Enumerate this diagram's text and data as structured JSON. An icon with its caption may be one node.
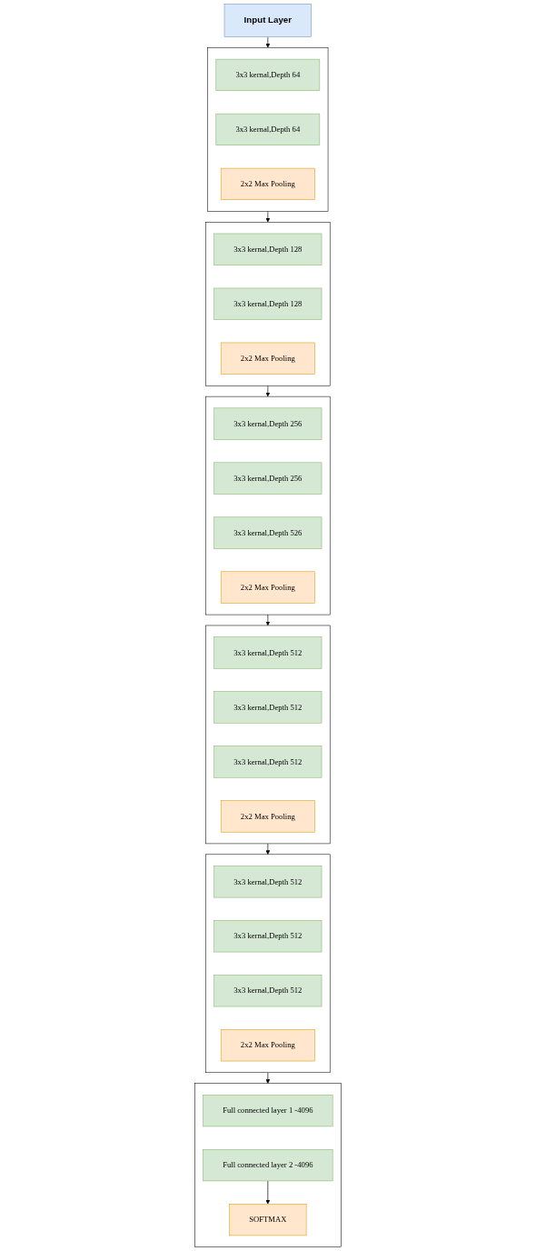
{
  "diagram": {
    "nodes": [
      {
        "text": [
          "Input Layer"
        ]
      },
      {
        "text": [],
        "shape": "box"
      },
      {
        "text": [
          "3x3 kernal,Depth 64"
        ],
        "in": 1
      },
      {
        "text": [
          "3x3 kernal,Depth 64"
        ],
        "in": 1
      },
      {
        "text": [
          "2x2 Max Pooling"
        ],
        "in": 1
      },
      {
        "text": [],
        "shape": "box"
      },
      {
        "text": [
          "3x3 kernal,Depth 128"
        ],
        "in": 5
      },
      {
        "text": [
          "3x3 kernal,Depth 128"
        ],
        "in": 5
      },
      {
        "text": [
          "2x2 Max Pooling"
        ],
        "in": 5
      },
      {
        "text": [],
        "shape": "box"
      },
      {
        "text": [
          "3x3 kernal,Depth 256"
        ],
        "in": 9
      },
      {
        "text": [
          "3x3 kernal,Depth 256"
        ],
        "in": 9
      },
      {
        "text": [
          "3x3 kernal,Depth 526"
        ],
        "in": 9
      },
      {
        "text": [
          "2x2 Max Pooling"
        ],
        "in": 9
      },
      {
        "text": [],
        "shape": "box"
      },
      {
        "text": [
          "3x3 kernal,Depth 512"
        ],
        "in": 14
      },
      {
        "text": [
          "3x3 kernal,Depth 512"
        ],
        "in": 14
      },
      {
        "text": [
          "3x3 kernal,Depth 512"
        ],
        "in": 14
      },
      {
        "text": [
          "2x2 Max Pooling"
        ],
        "in": 14
      },
      {
        "text": [],
        "shape": "box"
      },
      {
        "text": [
          "3x3 kernal,Depth 512"
        ],
        "in": 19
      },
      {
        "text": [
          "3x3 kernal,Depth 512"
        ],
        "in": 19
      },
      {
        "text": [
          "3x3 kernal,Depth 512"
        ],
        "in": 19
      },
      {
        "text": [
          "2x2 Max Pooling"
        ],
        "in": 19
      },
      {
        "text": [],
        "shape": "box"
      },
      {
        "text": [
          "Full connected layer 1 -4096"
        ],
        "in": 24
      },
      {
        "text": [
          "Full connected layer 2 -4096"
        ],
        "in": 24
      },
      {
        "text": [
          "SOFTMAX"
        ],
        "in": 24
      }
    ],
    "edges": [
      {
        "from": 0,
        "to": 1,
        "arrow": "to"
      },
      {
        "from": 1,
        "to": 5,
        "arrow": "to"
      },
      {
        "from": 5,
        "to": 9,
        "arrow": "to"
      },
      {
        "from": 9,
        "to": 14,
        "arrow": "to"
      },
      {
        "from": 14,
        "to": 19,
        "arrow": "to"
      },
      {
        "from": 19,
        "to": 24,
        "arrow": "to"
      },
      {
        "from": 26,
        "to": 27,
        "arrow": "to"
      }
    ]
  }
}
